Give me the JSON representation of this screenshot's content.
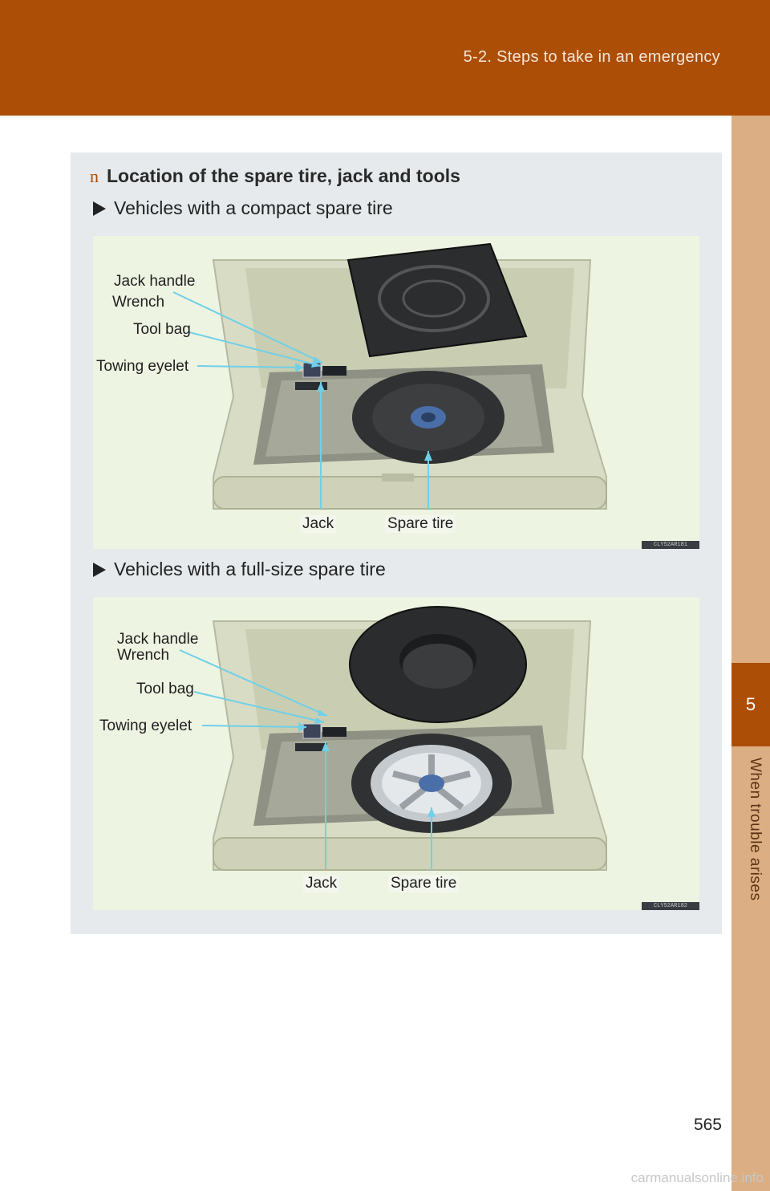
{
  "header": {
    "section": "5-2. Steps to take in an emergency"
  },
  "side_tab": {
    "chapter_number": "5",
    "chapter_title": "When trouble arises"
  },
  "content": {
    "title_bullet": "n",
    "title": "Location of the spare tire, jack and tools",
    "figures": [
      {
        "heading": "Vehicles with a compact spare tire",
        "labels": {
          "jack_handle": "Jack handle",
          "wrench": "Wrench",
          "tool_bag": "Tool bag",
          "towing_eyelet": "Towing eyelet",
          "jack": "Jack",
          "spare_tire": "Spare tire"
        },
        "code": "CLY52AR181"
      },
      {
        "heading": "Vehicles with a full-size spare tire",
        "labels": {
          "jack_handle": "Jack handle",
          "wrench": "Wrench",
          "tool_bag": "Tool bag",
          "towing_eyelet": "Towing eyelet",
          "jack": "Jack",
          "spare_tire": "Spare tire"
        },
        "code": "CLY52AR182"
      }
    ]
  },
  "page_number": "565",
  "watermark": "carmanualsonline.info",
  "colors": {
    "header": "#ad4e06",
    "side_strip": "#dcae84",
    "box": "#e6eaec",
    "leader_line": "#6fd0e8"
  }
}
